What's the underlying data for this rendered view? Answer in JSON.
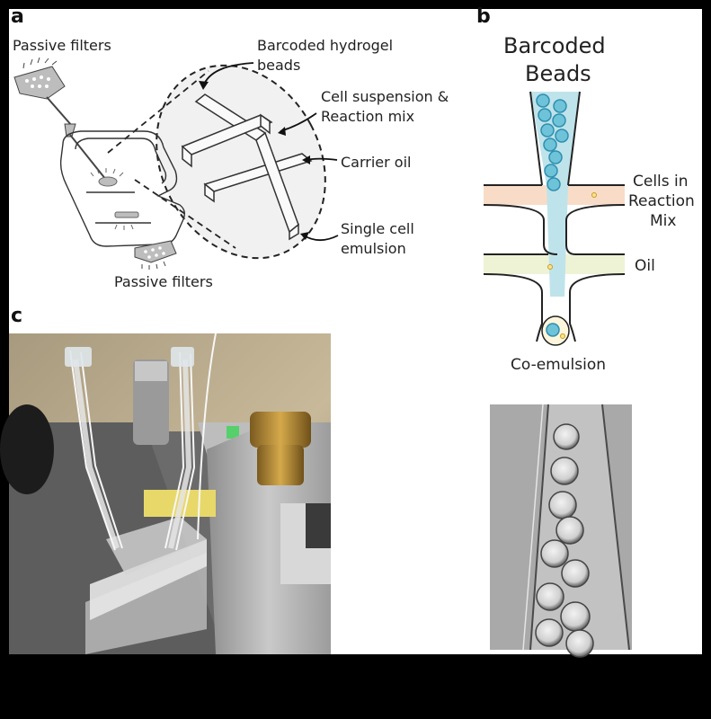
{
  "panel_a": {
    "letter": "a",
    "passive_filters_top": "Passive filters",
    "barcoded_hydrogel": [
      "Barcoded hydrogel",
      "beads"
    ],
    "cell_suspension": [
      "Cell suspension &",
      "Reaction mix"
    ],
    "carrier_oil": "Carrier oil",
    "single_cell": [
      "Single cell",
      "emulsion"
    ],
    "passive_filters_bottom": "Passive filters"
  },
  "panel_b": {
    "letter": "b",
    "title": [
      "Barcoded",
      "Beads"
    ],
    "cells_in": [
      "Cells in",
      "Reaction",
      "Mix"
    ],
    "oil": "Oil",
    "co_emulsion": "Co-emulsion"
  },
  "panel_c": {
    "letter": "c"
  },
  "colors": {
    "bead": "#6fc3d8",
    "bead_stroke": "#2e8fb0",
    "channel_fill": "#bfe3ea",
    "reaction_band": "#f8dcc8",
    "oil_band": "#eef3d6"
  }
}
